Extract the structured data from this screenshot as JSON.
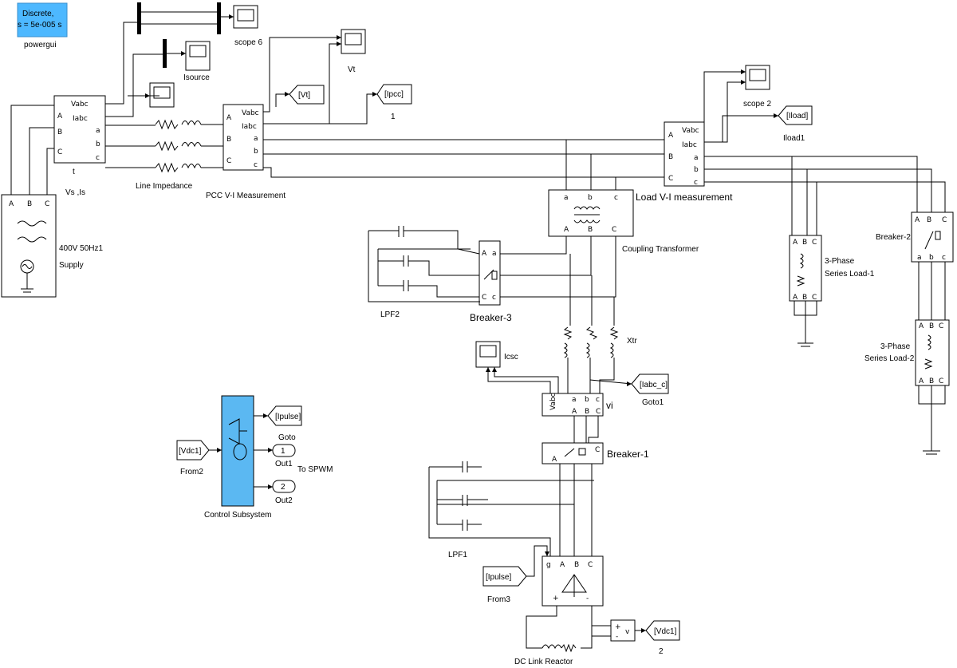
{
  "powergui": {
    "line1": "Discrete,",
    "line2": "s = 5e-005 s",
    "label": "powergui",
    "bg": "#4db8ff"
  },
  "control_color": "#5bb8f2",
  "blocks": {
    "scope6": "scope 6",
    "isource": "Isource",
    "vt": "Vt",
    "scope2": "scope 2",
    "vsis": "Vs ,Is",
    "vsis_t": "t",
    "line_imp": "Line Impedance",
    "pcc": "PCC V-I Measurement",
    "load_vi": "Load V-I measurement",
    "supply1": "400V 50Hz1",
    "supply2": "Supply",
    "coupling": "Coupling Transformer",
    "breaker3": "Breaker-3",
    "breaker2": "Breaker-2",
    "breaker1": "Breaker-1",
    "lpf2": "LPF2",
    "lpf1": "LPF1",
    "xtr": "Xtr",
    "icsc": "Icsc",
    "vi": "vi",
    "load1a": "3-Phase",
    "load1b": "Series Load-1",
    "load2a": "3-Phase",
    "load2b": "Series Load-2",
    "control": "Control Subsystem",
    "to_spwm": "To SPWM",
    "dc_reactor": "DC Link Reactor",
    "from2": "From2",
    "from3": "From3",
    "goto": "Goto",
    "goto1": "Goto1",
    "iload1": "Iload1",
    "one": "1",
    "two": "2",
    "out1": "Out1",
    "out2": "Out2",
    "out1_num": "1",
    "out2_num": "2",
    "v": "v"
  },
  "tags": {
    "vt": "[Vt]",
    "ipcc": "[Ipcc]",
    "iload": "[Iload]",
    "iabc_c": "[Iabc_c]",
    "ipulse_goto": "[Ipulse]",
    "ipulse_from": "[Ipulse]",
    "vdc1_from": "[Vdc1]",
    "vdc1_goto": "[Vdc1]"
  },
  "ports": {
    "vabc": "Vabc",
    "iabc": "Iabc",
    "A": "A",
    "B": "B",
    "C": "C",
    "a": "a",
    "b": "b",
    "c": "c",
    "g": "g",
    "plus": "+",
    "minus": "-"
  }
}
